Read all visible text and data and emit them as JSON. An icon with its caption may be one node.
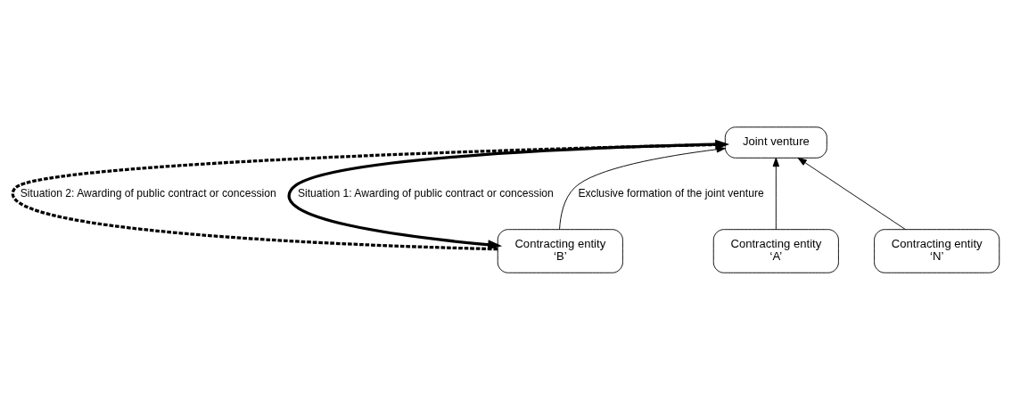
{
  "diagram": {
    "nodes": [
      {
        "text": [
          "Joint venture"
        ]
      },
      {
        "text": [
          "Contracting entity",
          "‘A’"
        ]
      },
      {
        "text": [
          "Contracting entity",
          "‘B’"
        ]
      },
      {
        "text": [
          "Contracting entity",
          "‘N’"
        ]
      }
    ],
    "edges": [
      {
        "from": 1,
        "to": 0,
        "arrow": "to"
      },
      {
        "from": 2,
        "to": 0,
        "arrow": "to",
        "label": "Exclusive formation of the joint venture"
      },
      {
        "from": 3,
        "to": 0,
        "arrow": "to"
      },
      {
        "from": 0,
        "to": 2,
        "arrow": "to",
        "style": "thick",
        "label": "Situation 1: Awarding of public contract or concession"
      },
      {
        "from": 2,
        "to": 0,
        "arrow": "to",
        "style": "dashed",
        "label": "Situation 2: Awarding of public contract or concession"
      }
    ]
  }
}
